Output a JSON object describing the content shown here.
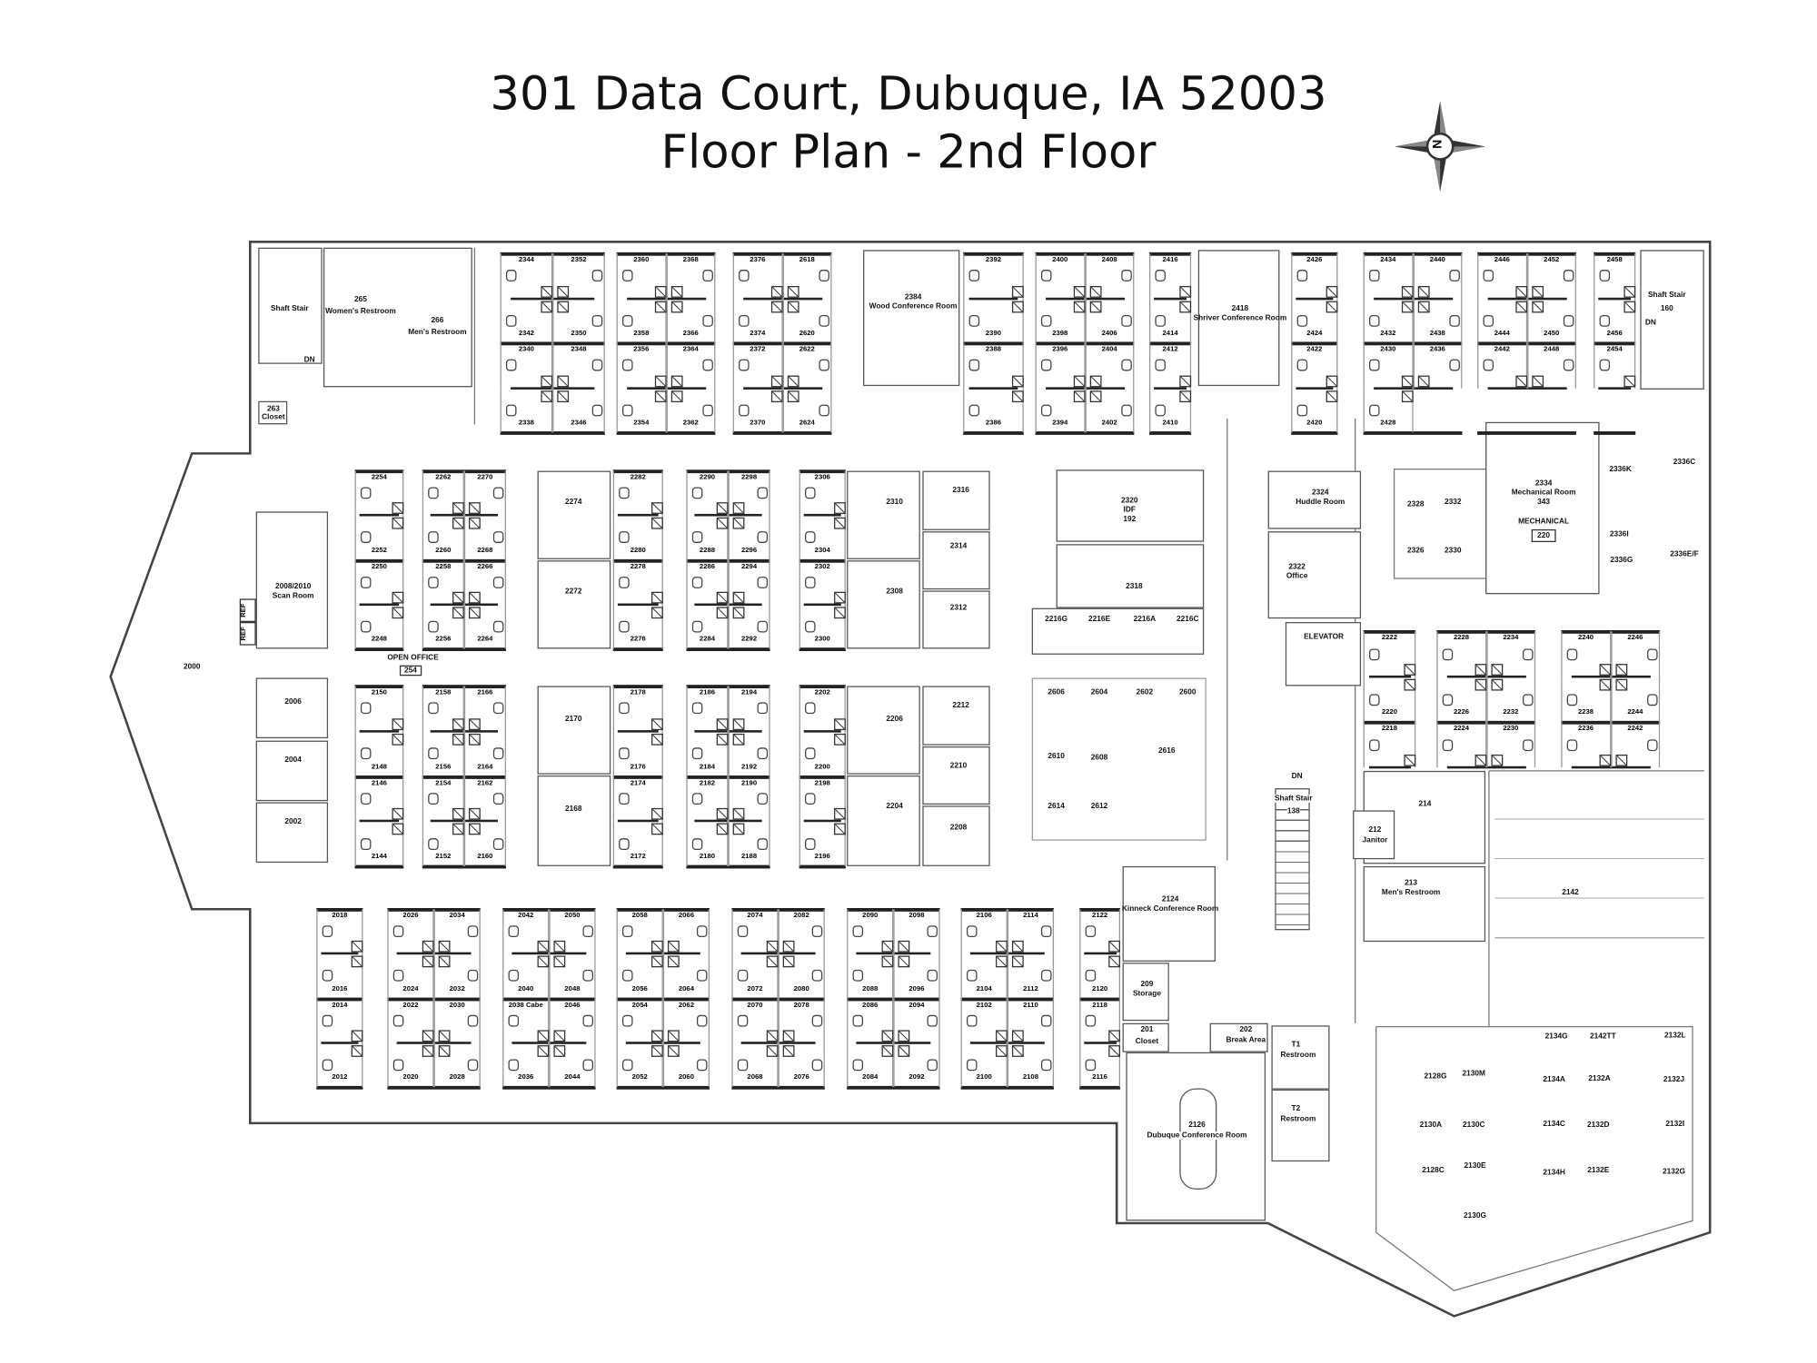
{
  "title": {
    "line1": "301 Data Court, Dubuque, IA 52003",
    "line2": "Floor Plan - 2nd Floor"
  },
  "compass": {
    "label": "N"
  },
  "rooms": {
    "stair_nw": {
      "name": "Shaft Stair",
      "dn": "DN"
    },
    "womens_restroom": {
      "number": "265",
      "name": "Women's Restroom"
    },
    "mens_restroom_266": {
      "number": "266",
      "name": "Men's Restroom"
    },
    "closet_263": {
      "number": "263",
      "name": "Closet"
    },
    "scan_room": {
      "number": "2008/2010",
      "name": "Scan Room"
    },
    "ref1": "REF",
    "ref2": "REF",
    "lounge_2000": "2000",
    "r2006": "2006",
    "r2004": "2004",
    "r2002": "2002",
    "open_office": {
      "name": "OPEN OFFICE",
      "number": "254"
    },
    "wood_conf": {
      "number": "2384",
      "name": "Wood Conference Room"
    },
    "shriver_conf": {
      "number": "2418",
      "name": "Shriver Conference Room"
    },
    "stair_ne": {
      "name": "Shaft Stair",
      "number": "160",
      "dn": "DN"
    },
    "r2274": "2274",
    "r2272": "2272",
    "r2170": "2170",
    "r2168": "2168",
    "r2310": "2310",
    "r2308": "2308",
    "r2206": "2206",
    "r2204": "2204",
    "r2316": "2316",
    "r2314": "2314",
    "r2312": "2312",
    "r2212": "2212",
    "r2210": "2210",
    "r2208": "2208",
    "idf": {
      "number": "2320",
      "name": "IDF",
      "code": "192"
    },
    "r2318": "2318",
    "r2216": [
      "2216G",
      "2216E",
      "2216A",
      "2216C"
    ],
    "r2600s": [
      "2606",
      "2604",
      "2602",
      "2600",
      "2610",
      "2608",
      "2616",
      "2614",
      "2612"
    ],
    "huddle": {
      "number": "2324",
      "name": "Huddle Room"
    },
    "office_2322": {
      "number": "2322",
      "name": "Office"
    },
    "elevator": "ELEVATOR",
    "mech_cubes": [
      "2328",
      "2332",
      "2326",
      "2330"
    ],
    "mechanical_room": {
      "number": "2334",
      "name": "Mechanical Room",
      "code": "343",
      "label": "MECHANICAL",
      "tag": "220"
    },
    "r2336": [
      "2336K",
      "2336C",
      "2336I",
      "2336G",
      "2336E/F"
    ],
    "stair_center": {
      "dn": "DN",
      "name": "Shaft Stair",
      "number": "138"
    },
    "r214": "214",
    "janitor": {
      "number": "212",
      "name": "Janitor"
    },
    "mens_restroom_213": {
      "number": "213",
      "name": "Men's Restroom"
    },
    "training_2142": "2142",
    "kinneck": {
      "number": "2124",
      "name": "Kinneck Conference Room"
    },
    "storage_209": {
      "number": "209",
      "name": "Storage"
    },
    "closet_201": {
      "number": "201",
      "name": "Closet"
    },
    "break_202": {
      "number": "202",
      "name": "Break Area"
    },
    "t1": {
      "name": "T1",
      "label": "Restroom"
    },
    "t2": {
      "name": "T2",
      "label": "Restroom"
    },
    "dubuque_conf": {
      "number": "2126",
      "name": "Dubuque Conference Room"
    },
    "se_cubes": [
      "2134G",
      "2142TT",
      "2132L",
      "2128G",
      "2130M",
      "2134A",
      "2132A",
      "2132J",
      "2130A",
      "2130C",
      "2134C",
      "2132D",
      "2132I",
      "2128C",
      "2130E",
      "2134H",
      "2132E",
      "2132G",
      "2130G"
    ]
  },
  "clusters": {
    "t1": [
      [
        "2344",
        "2342",
        "2340",
        "2338"
      ],
      [
        "2352",
        "2350",
        "2348",
        "2346"
      ]
    ],
    "t2": [
      [
        "2360",
        "2358",
        "2356",
        "2354"
      ],
      [
        "2368",
        "2366",
        "2364",
        "2362"
      ]
    ],
    "t3": [
      [
        "2376",
        "2374",
        "2372",
        "2370"
      ],
      [
        "2618",
        "2620",
        "2622",
        "2624"
      ]
    ],
    "t4": [
      [
        "2392",
        "2390",
        "2388",
        "2386"
      ]
    ],
    "t5": [
      [
        "2400",
        "2398",
        "2396",
        "2394"
      ],
      [
        "2408",
        "2406",
        "2404",
        "2402"
      ]
    ],
    "t6": [
      [
        "2416",
        "2414",
        "2412",
        "2410"
      ]
    ],
    "t7": [
      [
        "2426",
        "2424",
        "2422",
        "2420"
      ]
    ],
    "t8": [
      [
        "2434",
        "2432",
        "2430",
        "2428"
      ],
      [
        "2440",
        "2438",
        "2436"
      ]
    ],
    "t9": [
      [
        "2446",
        "2444",
        "2442"
      ],
      [
        "2452",
        "2450",
        "2448"
      ]
    ],
    "t10": [
      [
        "2458",
        "2456",
        "2454"
      ]
    ],
    "m1": [
      [
        "2254",
        "2252",
        "2250",
        "2248"
      ]
    ],
    "m2": [
      [
        "2262",
        "2260",
        "2258",
        "2256"
      ],
      [
        "2270",
        "2268",
        "2266",
        "2264"
      ]
    ],
    "m3": [
      [
        "2282",
        "2280",
        "2278",
        "2276"
      ]
    ],
    "m4": [
      [
        "2290",
        "2288",
        "2286",
        "2284"
      ],
      [
        "2298",
        "2296",
        "2294",
        "2292"
      ]
    ],
    "m5": [
      [
        "2306",
        "2304",
        "2302",
        "2300"
      ]
    ],
    "n1": [
      [
        "2150",
        "2148",
        "2146",
        "2144"
      ]
    ],
    "n2": [
      [
        "2158",
        "2156",
        "2154",
        "2152"
      ],
      [
        "2166",
        "2164",
        "2162",
        "2160"
      ]
    ],
    "n3": [
      [
        "2178",
        "2176",
        "2174",
        "2172"
      ]
    ],
    "n4": [
      [
        "2186",
        "2184",
        "2182",
        "2180"
      ],
      [
        "2194",
        "2192",
        "2190",
        "2188"
      ]
    ],
    "n5": [
      [
        "2202",
        "2200",
        "2198",
        "2196"
      ]
    ],
    "b1": [
      [
        "2018",
        "2016",
        "2014",
        "2012"
      ]
    ],
    "b2": [
      [
        "2026",
        "2024",
        "2022",
        "2020"
      ],
      [
        "2034",
        "2032",
        "2030",
        "2028"
      ]
    ],
    "b3": [
      [
        "2042",
        "2040",
        "2038 Cabe",
        "2036"
      ],
      [
        "2050",
        "2048",
        "2046",
        "2044"
      ]
    ],
    "b4": [
      [
        "2058",
        "2056",
        "2054",
        "2052"
      ],
      [
        "2066",
        "2064",
        "2062",
        "2060"
      ]
    ],
    "b5": [
      [
        "2074",
        "2072",
        "2070",
        "2068"
      ],
      [
        "2082",
        "2080",
        "2078",
        "2076"
      ]
    ],
    "b6": [
      [
        "2090",
        "2088",
        "2086",
        "2084"
      ],
      [
        "2098",
        "2096",
        "2094",
        "2092"
      ]
    ],
    "b7": [
      [
        "2106",
        "2104",
        "2102",
        "2100"
      ],
      [
        "2114",
        "2112",
        "2110",
        "2108"
      ]
    ],
    "b8": [
      [
        "2122",
        "2120",
        "2118",
        "2116"
      ]
    ],
    "r1": [
      [
        "2222",
        "2220",
        "2218"
      ]
    ],
    "r2": [
      [
        "2228",
        "2226",
        "2224"
      ],
      [
        "2234",
        "2232",
        "2230"
      ]
    ],
    "r3": [
      [
        "2240",
        "2238",
        "2236"
      ],
      [
        "2246",
        "2244",
        "2242"
      ]
    ]
  }
}
